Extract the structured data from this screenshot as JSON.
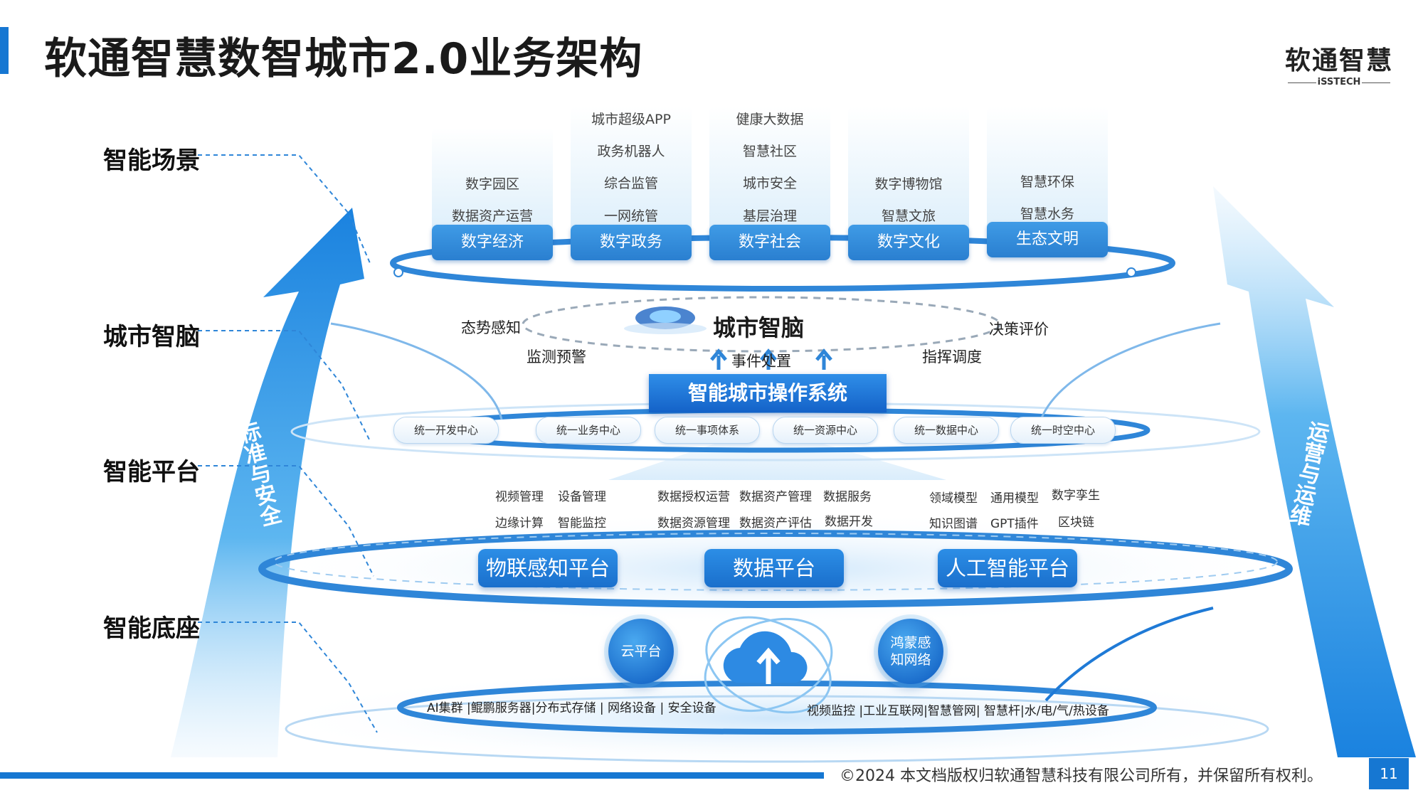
{
  "title": "软通智慧数智城市2.0业务架构",
  "logo": {
    "name": "软通智慧",
    "sub": "iSSTECH"
  },
  "layers": {
    "scene": "智能场景",
    "brain": "城市智脑",
    "platform": "智能平台",
    "base": "智能底座"
  },
  "scene_columns": [
    {
      "items": [
        "数字园区",
        "数据资产运营"
      ],
      "label": "数字经济"
    },
    {
      "items": [
        "城市超级APP",
        "政务机器人",
        "综合监管",
        "一网统管"
      ],
      "label": "数字政务"
    },
    {
      "items": [
        "健康大数据",
        "智慧社区",
        "城市安全",
        "基层治理"
      ],
      "label": "数字社会"
    },
    {
      "items": [
        "数字博物馆",
        "智慧文旅"
      ],
      "label": "数字文化"
    },
    {
      "items": [
        "智慧环保",
        "智慧水务"
      ],
      "label": "生态文明"
    }
  ],
  "brain": {
    "title": "城市智脑",
    "left_top": "态势感知",
    "left_bottom": "监测预警",
    "center": "事件处置",
    "right_top": "决策评价",
    "right_bottom": "指挥调度",
    "os": "智能城市操作系统",
    "centers": [
      "统一开发中心",
      "统一业务中心",
      "统一事项体系",
      "统一资源中心",
      "统一数据中心",
      "统一时空中心"
    ]
  },
  "platform": {
    "iot_items": [
      "视频管理",
      "设备管理",
      "边缘计算",
      "智能监控"
    ],
    "data_items": [
      "数据授权运营",
      "数据资产管理",
      "数据服务",
      "数据资源管理",
      "数据资产评估",
      "数据开发"
    ],
    "ai_items": [
      "领域模型",
      "通用模型",
      "数字孪生",
      "知识图谱",
      "GPT插件",
      "区块链"
    ],
    "iot": "物联感知平台",
    "data": "数据平台",
    "ai": "人工智能平台"
  },
  "base": {
    "cloud": "云平台",
    "harmony": "鸿蒙感知网络",
    "left_text": "AI集群 |鲲鹏服务器|分布式存储 | 网络设备 | 安全设备",
    "right_text": "视频监控 |工业互联网|智慧管网| 智慧杆|水/电/气/热设备"
  },
  "side": {
    "left_arrow": "标准与安全",
    "right_arrow": "运营与运维"
  },
  "footer": {
    "copyright": "©2024 本文档版权归软通智慧科技有限公司所有，并保留所有权利。",
    "page": "11"
  },
  "colors": {
    "primary": "#1677d2",
    "light": "#3f9be6",
    "dark": "#1462c8"
  }
}
